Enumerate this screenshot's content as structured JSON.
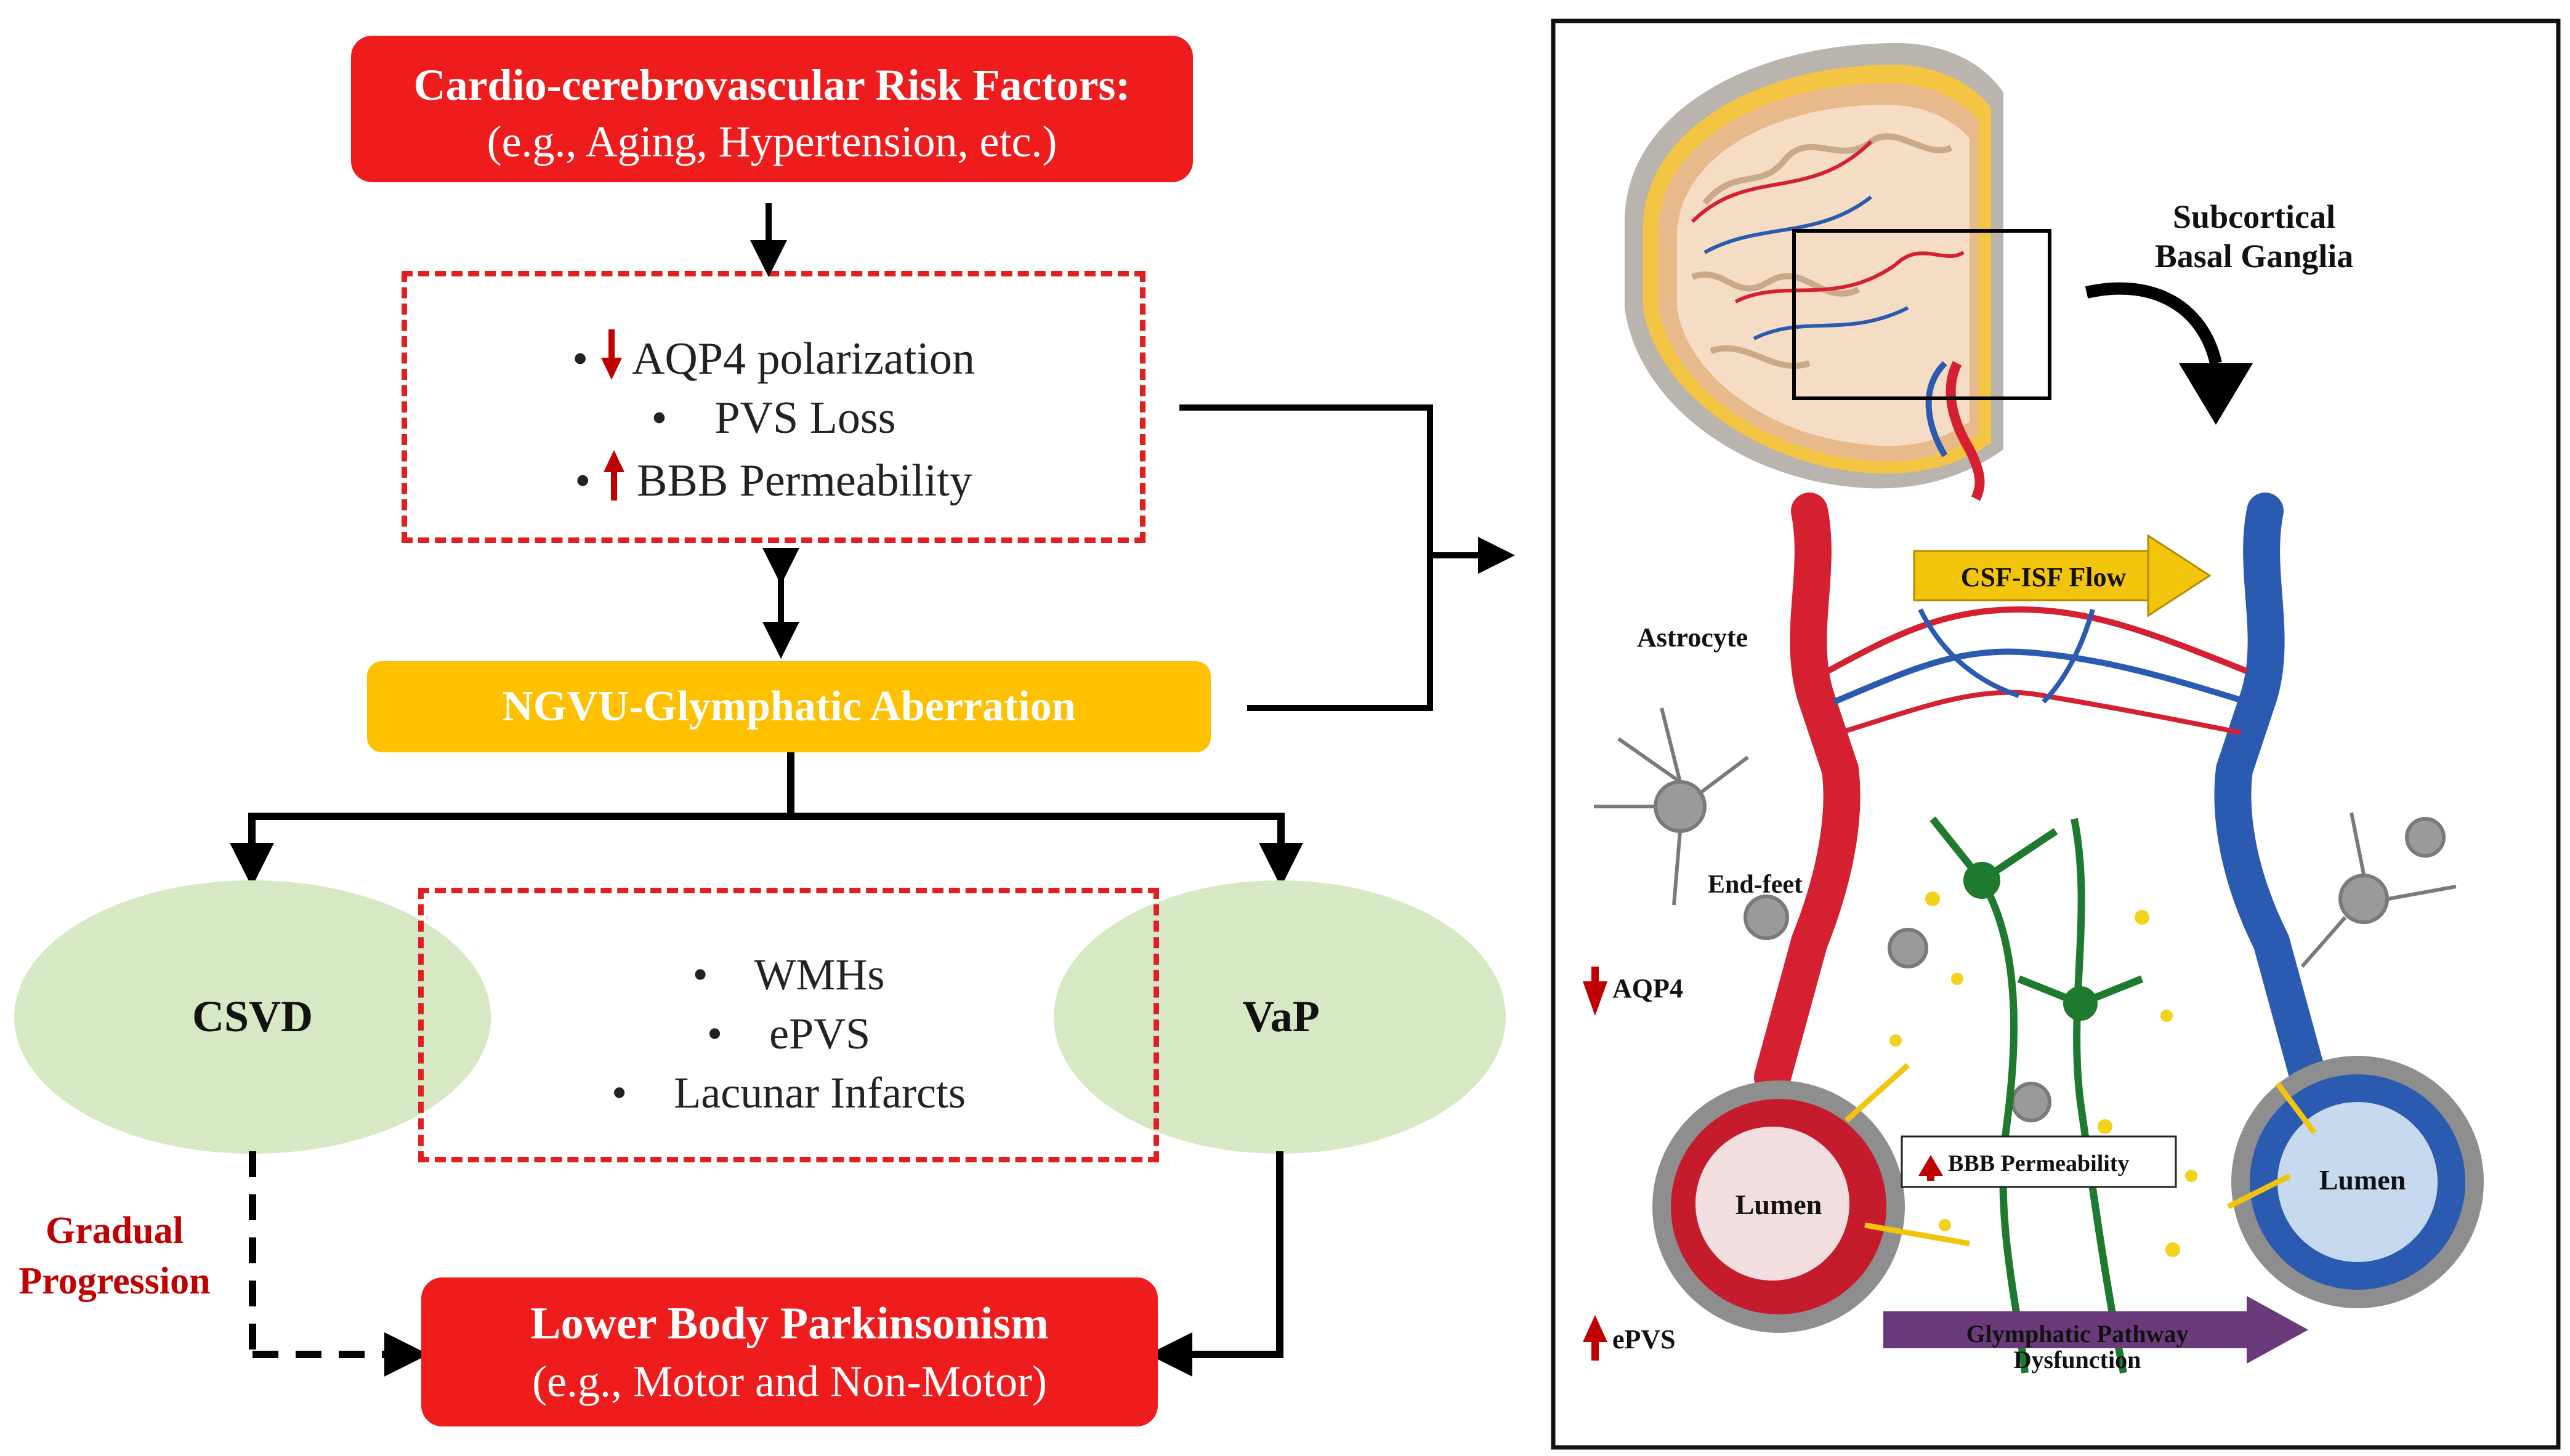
{
  "risk_factors": {
    "title": "Cardio-cerebrovascular Risk Factors:",
    "subtitle": "(e.g., Aging, Hypertension, etc.)"
  },
  "mechanisms": [
    {
      "arrow": "down",
      "text": "AQP4 polarization"
    },
    {
      "arrow": "none",
      "text": "PVS Loss"
    },
    {
      "arrow": "up",
      "text": "BBB Permeability"
    }
  ],
  "aberration_label": "NGVU-Glymphatic Aberration",
  "csvd_label": "CSVD",
  "vap_label": "VaP",
  "markers": [
    "WMHs",
    "ePVS",
    "Lacunar Infarcts"
  ],
  "progression_label": [
    "Gradual",
    "Progression"
  ],
  "outcome": {
    "title": "Lower Body Parkinsonism",
    "subtitle": "(e.g., Motor and Non-Motor)"
  },
  "bullet": "•",
  "illustration": {
    "region_label": [
      "Subcortical",
      "Basal Ganglia"
    ],
    "flow_label": "CSF-ISF Flow",
    "astrocyte_label": "Astrocyte",
    "endfeet_label": "End-feet",
    "aqp4_label": "AQP4",
    "bbb_label": "BBB Permeability",
    "lumen_left": "Lumen",
    "lumen_right": "Lumen",
    "epvs_label": "ePVS",
    "dysfunction_label": [
      "Glymphatic Pathway",
      "Dysfunction"
    ]
  },
  "colors": {
    "red": "#ee1c1c",
    "dashed": "#e02020",
    "yellow": "#ffc000",
    "ellipse": "#d6e8c4",
    "dark_red": "#c00000",
    "vessel_red": "#d42030",
    "vessel_blue": "#2a5bb0",
    "neuron_green": "#1e7a2e"
  }
}
